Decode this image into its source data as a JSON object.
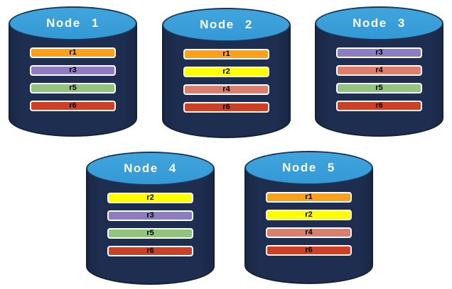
{
  "colors": {
    "background": "#FFFFFF",
    "cylinder_body": "#1E2E50",
    "cylinder_outline": "#13203C",
    "cylinder_top_fill": "#3399D6",
    "cylinder_top_outline": "#1C3557",
    "title_text": "#FFFFFF",
    "bar_border": "#FFFFFF",
    "bar_text": "#000000",
    "replica_colors": {
      "r1": "#FFA016",
      "r2": "#FFFF00",
      "r3": "#8E7CC3",
      "r4": "#DC7E6B",
      "r5": "#93C47D",
      "r6": "#CC4125"
    }
  },
  "nodes": [
    {
      "title": "Node 1",
      "replicas": [
        "r1",
        "r3",
        "r5",
        "r6"
      ]
    },
    {
      "title": "Node 2",
      "replicas": [
        "r1",
        "r2",
        "r4",
        "r6"
      ]
    },
    {
      "title": "Node 3",
      "replicas": [
        "r3",
        "r4",
        "r5",
        "r6"
      ]
    },
    {
      "title": "Node 4",
      "replicas": [
        "r2",
        "r3",
        "r5",
        "r6"
      ]
    },
    {
      "title": "Node 5",
      "replicas": [
        "r1",
        "r2",
        "r4",
        "r6"
      ]
    }
  ]
}
